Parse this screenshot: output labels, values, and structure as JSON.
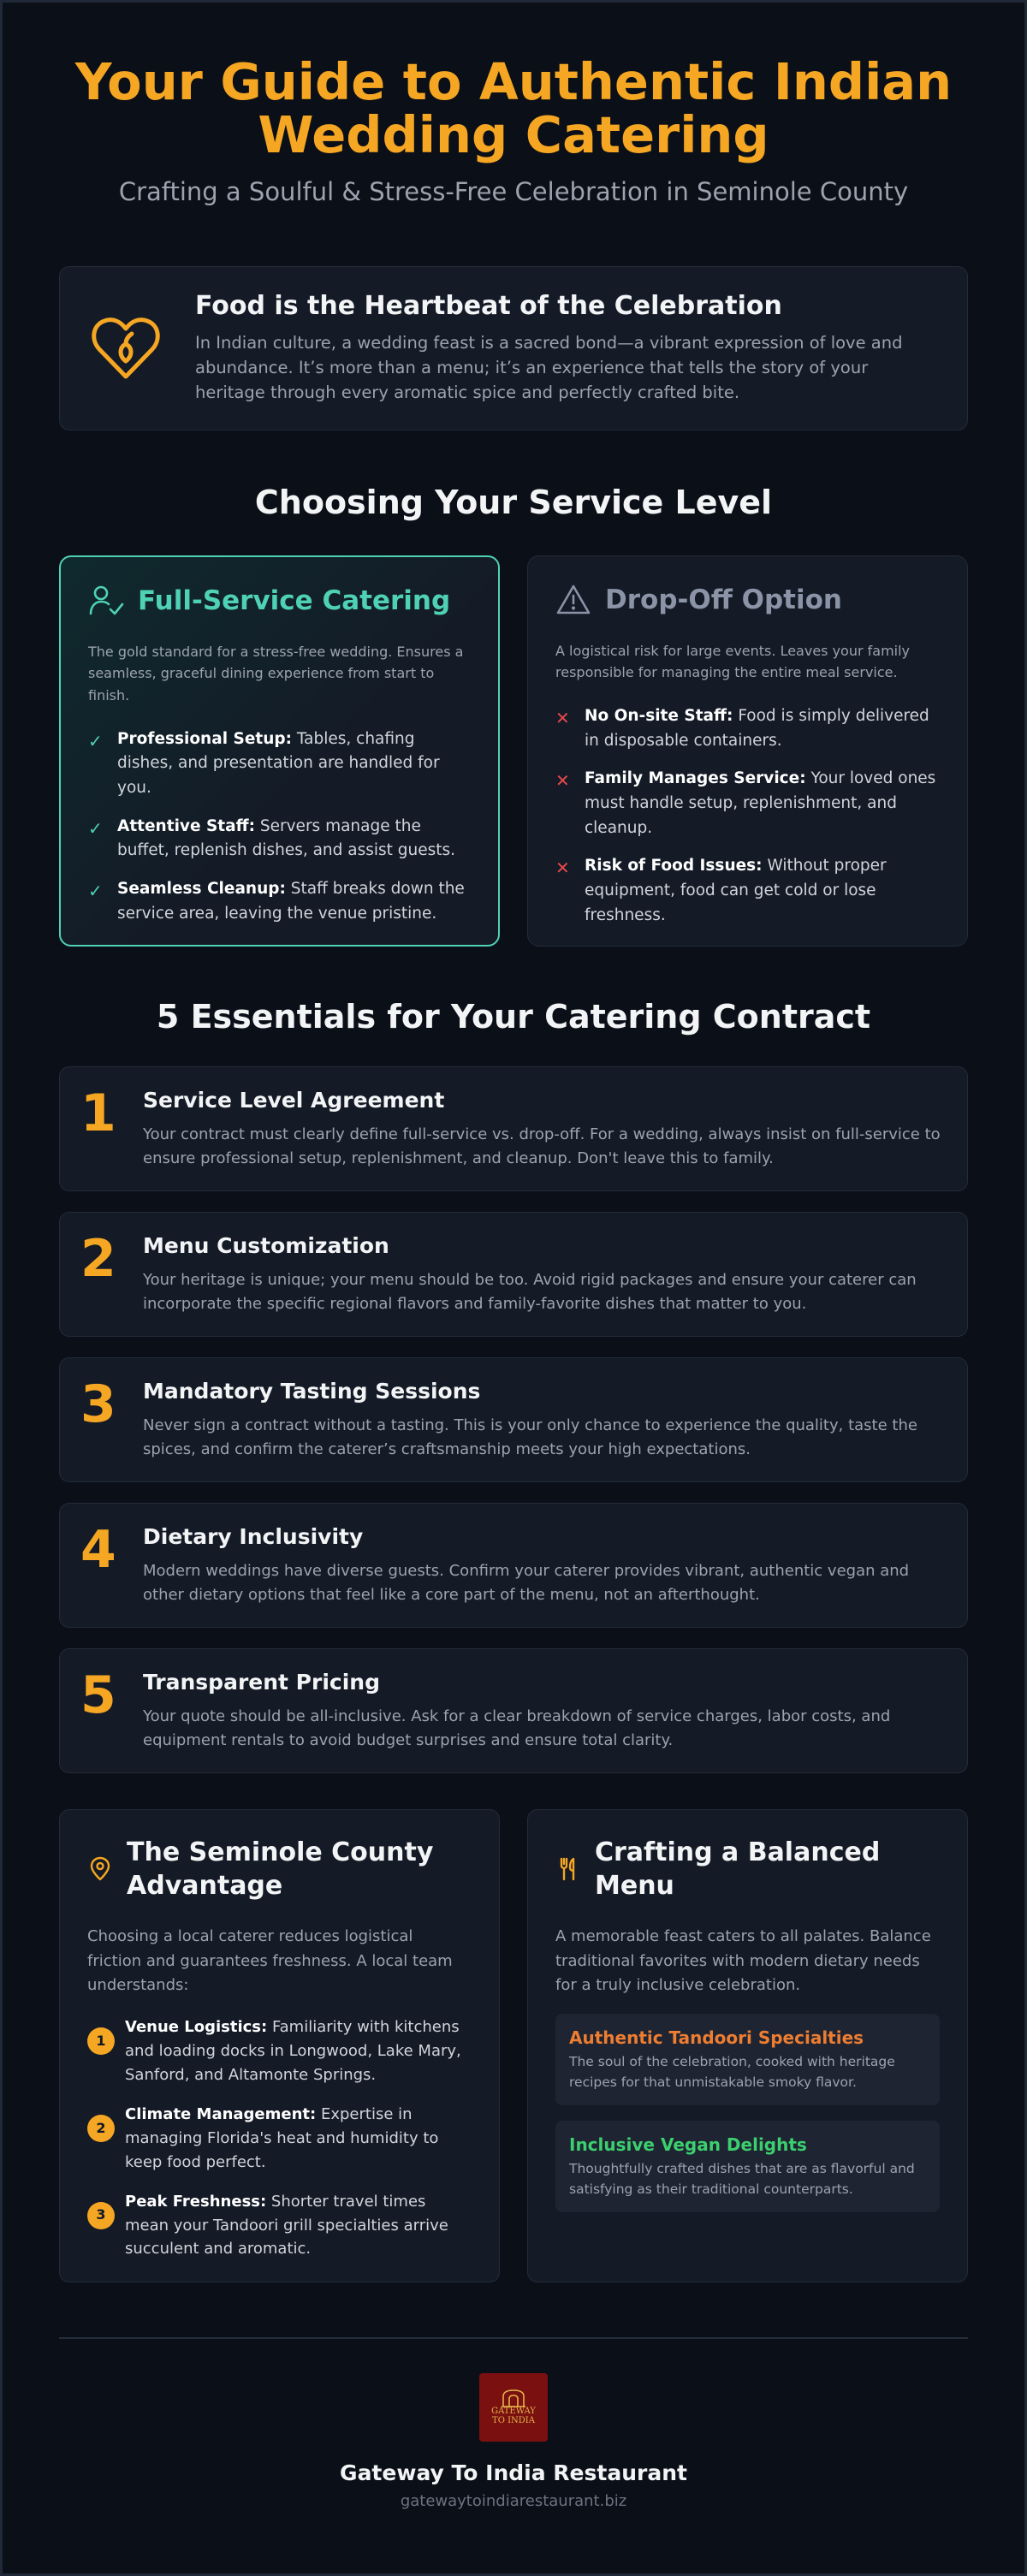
{
  "header": {
    "title_line1": "Your Guide to Authentic Indian",
    "title_line2": "Wedding Catering",
    "subtitle": "Crafting a Soulful & Stress-Free Celebration in Seminole County"
  },
  "heartbeat": {
    "title": "Food is the Heartbeat of the Celebration",
    "body": "In Indian culture, a wedding feast is a sacred bond—a vibrant expression of love and abundance. It’s more than a menu; it’s an experience that tells the story of your heritage through every aromatic spice and perfectly crafted bite."
  },
  "service_level": {
    "title": "Choosing Your Service Level",
    "full": {
      "title": "Full-Service Catering",
      "lead": "The gold standard for a stress-free wedding. Ensures a seamless, graceful dining experience from start to finish.",
      "items": [
        {
          "term": "Professional Setup:",
          "text": " Tables, chafing dishes, and presentation are handled for you."
        },
        {
          "term": "Attentive Staff:",
          "text": " Servers manage the buffet, replenish dishes, and assist guests."
        },
        {
          "term": "Seamless Cleanup:",
          "text": " Staff breaks down the service area, leaving the venue pristine."
        }
      ]
    },
    "drop": {
      "title": "Drop-Off Option",
      "lead": "A logistical risk for large events. Leaves your family responsible for managing the entire meal service.",
      "items": [
        {
          "term": "No On-site Staff:",
          "text": " Food is simply delivered in disposable containers."
        },
        {
          "term": "Family Manages Service:",
          "text": " Your loved ones must handle setup, replenishment, and cleanup."
        },
        {
          "term": "Risk of Food Issues:",
          "text": " Without proper equipment, food can get cold or lose freshness."
        }
      ]
    }
  },
  "essentials": {
    "title": "5 Essentials for Your Catering Contract",
    "items": [
      {
        "num": "1",
        "title": "Service Level Agreement",
        "body": "Your contract must clearly define full-service vs. drop-off. For a wedding, always insist on full-service to ensure professional setup, replenishment, and cleanup. Don't leave this to family."
      },
      {
        "num": "2",
        "title": "Menu Customization",
        "body": "Your heritage is unique; your menu should be too. Avoid rigid packages and ensure your caterer can incorporate the specific regional flavors and family-favorite dishes that matter to you."
      },
      {
        "num": "3",
        "title": "Mandatory Tasting Sessions",
        "body": "Never sign a contract without a tasting. This is your only chance to experience the quality, taste the spices, and confirm the caterer’s craftsmanship meets your high expectations."
      },
      {
        "num": "4",
        "title": "Dietary Inclusivity",
        "body": "Modern weddings have diverse guests. Confirm your caterer provides vibrant, authentic vegan and other dietary options that feel like a core part of the menu, not an afterthought."
      },
      {
        "num": "5",
        "title": "Transparent Pricing",
        "body": "Your quote should be all-inclusive. Ask for a clear breakdown of service charges, labor costs, and equipment rentals to avoid budget surprises and ensure total clarity."
      }
    ]
  },
  "seminole": {
    "title": "The Seminole County Advantage",
    "lead": "Choosing a local caterer reduces logistical friction and guarantees freshness. A local team understands:",
    "items": [
      {
        "num": "1",
        "term": "Venue Logistics:",
        "text": " Familiarity with kitchens and loading docks in Longwood, Lake Mary, Sanford, and Altamonte Springs."
      },
      {
        "num": "2",
        "term": "Climate Management:",
        "text": " Expertise in managing Florida's heat and humidity to keep food perfect."
      },
      {
        "num": "3",
        "term": "Peak Freshness:",
        "text": " Shorter travel times mean your Tandoori grill specialties arrive succulent and aromatic."
      }
    ]
  },
  "balanced": {
    "title": "Crafting a Balanced Menu",
    "lead": "A memorable feast caters to all palates. Balance traditional favorites with modern dietary needs for a truly inclusive celebration.",
    "tandoori": {
      "title": "Authentic Tandoori Specialties",
      "body": "The soul of the celebration, cooked with heritage recipes for that unmistakable smoky flavor."
    },
    "vegan": {
      "title": "Inclusive Vegan Delights",
      "body": "Thoughtfully crafted dishes that are as flavorful and satisfying as their traditional counterparts."
    }
  },
  "footer": {
    "logo_line1": "GATEWAY",
    "logo_line2": "TO INDIA",
    "name": "Gateway To India Restaurant",
    "url": "gatewaytoindiarestaurant.biz"
  },
  "colors": {
    "accent": "#f5a623",
    "teal": "#4fd1b5",
    "red": "#e5484d",
    "orange": "#ed7d31",
    "green": "#3ccf6e",
    "background": "#0b0f17"
  }
}
